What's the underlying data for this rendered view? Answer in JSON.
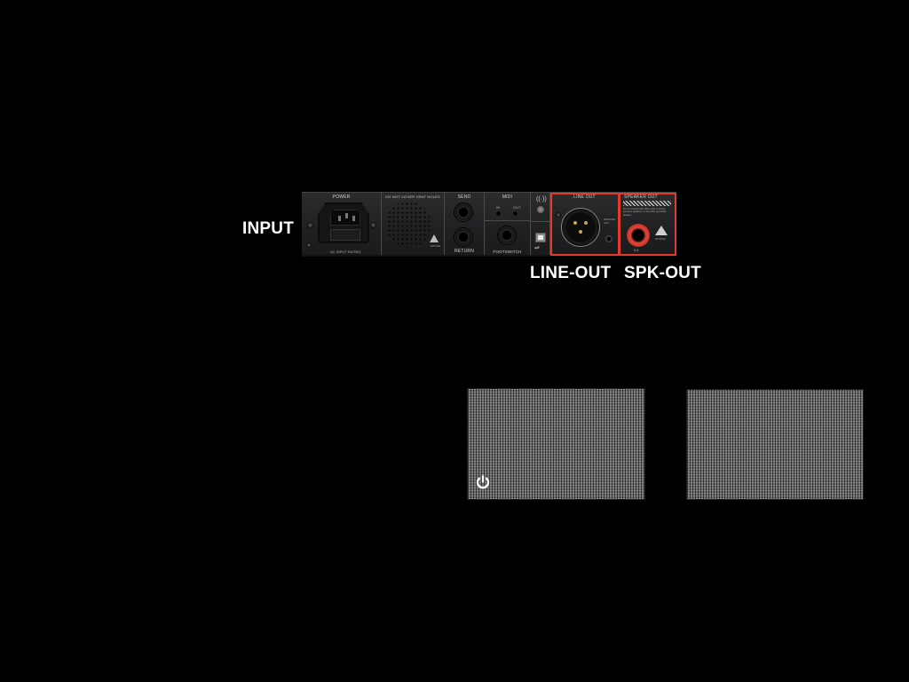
{
  "labels": {
    "input": "INPUT",
    "line_out": "LINE-OUT",
    "spk_out": "SPK-OUT"
  },
  "rear_panel": {
    "sections": {
      "power": {
        "title": "POWER",
        "fine_print": "AC INPUT RATING"
      },
      "vent": {
        "title": "DO NOT COVER VENT HOLES",
        "warning": "NOTICE"
      },
      "fx_loop": {
        "send": "SEND",
        "return": "RETURN"
      },
      "midi": {
        "title": "MIDI",
        "in": "IN",
        "out": "OUT",
        "footswitch": "FOOTSWITCH"
      },
      "usb": {
        "wireless_icon": "wireless-icon",
        "usb_icon": "usb-icon"
      },
      "line_out": {
        "title": "LINE OUT",
        "ground_lift": "GROUND LIFT"
      },
      "speaker_out": {
        "title": "SPEAKER OUT",
        "note": "Do not connect with office units, to boxes, powered speakers, or any other grounded devices.",
        "warning": "NOTICE",
        "impedance": "8 Ω"
      }
    },
    "highlight_color": "#e23b2e"
  },
  "grilles": {
    "left": {
      "icon": "power-icon"
    },
    "right": {}
  }
}
